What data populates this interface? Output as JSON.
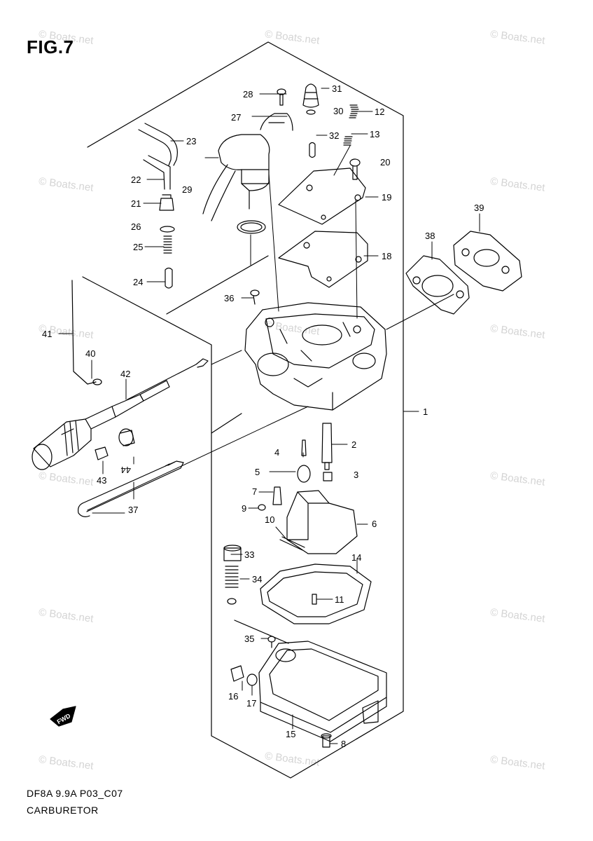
{
  "figure": {
    "title": "FIG.7"
  },
  "footer": {
    "model_code": "DF8A 9.9A P03_C07",
    "section_name": "CARBURETOR"
  },
  "watermark": {
    "text": "© Boats.net"
  },
  "direction_badge": {
    "text": "FWD"
  },
  "callouts": [
    {
      "id": "c1",
      "label": "1"
    },
    {
      "id": "c2",
      "label": "2"
    },
    {
      "id": "c3",
      "label": "3"
    },
    {
      "id": "c4",
      "label": "4"
    },
    {
      "id": "c5",
      "label": "5"
    },
    {
      "id": "c6",
      "label": "6"
    },
    {
      "id": "c7",
      "label": "7"
    },
    {
      "id": "c8",
      "label": "8"
    },
    {
      "id": "c9",
      "label": "9"
    },
    {
      "id": "c10",
      "label": "10"
    },
    {
      "id": "c11",
      "label": "11"
    },
    {
      "id": "c12",
      "label": "12"
    },
    {
      "id": "c13",
      "label": "13"
    },
    {
      "id": "c14",
      "label": "14"
    },
    {
      "id": "c15",
      "label": "15"
    },
    {
      "id": "c16",
      "label": "16"
    },
    {
      "id": "c17",
      "label": "17"
    },
    {
      "id": "c18",
      "label": "18"
    },
    {
      "id": "c19",
      "label": "19"
    },
    {
      "id": "c20",
      "label": "20"
    },
    {
      "id": "c21",
      "label": "21"
    },
    {
      "id": "c22",
      "label": "22"
    },
    {
      "id": "c23",
      "label": "23"
    },
    {
      "id": "c24",
      "label": "24"
    },
    {
      "id": "c25",
      "label": "25"
    },
    {
      "id": "c26",
      "label": "26"
    },
    {
      "id": "c27",
      "label": "27"
    },
    {
      "id": "c28",
      "label": "28"
    },
    {
      "id": "c29",
      "label": "29"
    },
    {
      "id": "c30",
      "label": "30"
    },
    {
      "id": "c31",
      "label": "31"
    },
    {
      "id": "c32",
      "label": "32"
    },
    {
      "id": "c33",
      "label": "33"
    },
    {
      "id": "c34",
      "label": "34"
    },
    {
      "id": "c35",
      "label": "35"
    },
    {
      "id": "c36",
      "label": "36"
    },
    {
      "id": "c37",
      "label": "37"
    },
    {
      "id": "c38",
      "label": "38"
    },
    {
      "id": "c39",
      "label": "39"
    },
    {
      "id": "c40",
      "label": "40"
    },
    {
      "id": "c41",
      "label": "41"
    },
    {
      "id": "c42",
      "label": "42"
    },
    {
      "id": "c43",
      "label": "43"
    },
    {
      "id": "c44",
      "label": "44"
    }
  ]
}
